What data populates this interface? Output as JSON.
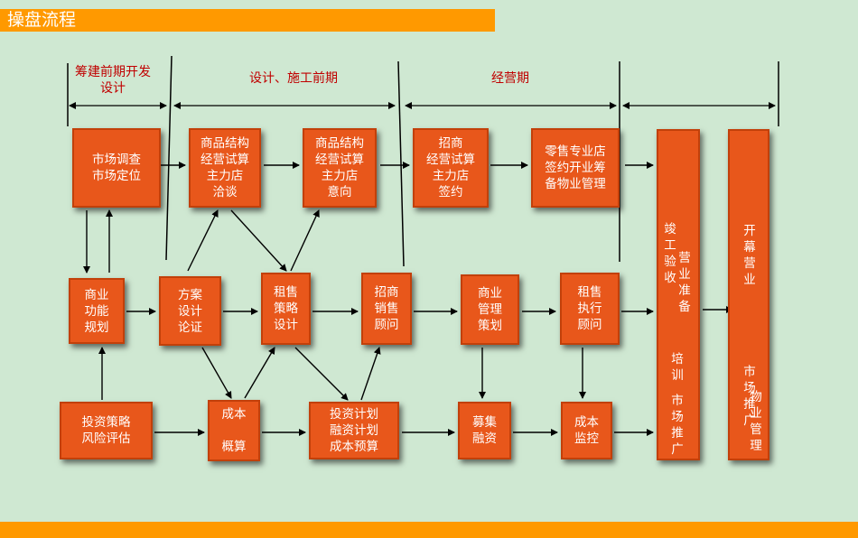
{
  "title": "操盘流程",
  "phases": {
    "p1_line1": "筹建前期开发",
    "p1_line2": "设计",
    "p2": "设计、施工前期",
    "p3": "经营期"
  },
  "boxes": {
    "market": "市场调查\n市场定位",
    "product1": "商品结构\n经营试算\n主力店\n洽谈",
    "product2": "商品结构\n经营试算\n主力店\n意向",
    "zhaoshang": "招商\n经营试算\n主力店\n签约",
    "retail": "零售专业店\n签约开业筹\n备物业管理",
    "function": "商业\n功能\n规划",
    "plan": "方案\n设计\n论证",
    "rent_strategy": "租售\n策略\n设计",
    "sales_consult": "招商\n销售\n顾问",
    "commercial_mgmt": "商业\n管理\n策划",
    "rent_exec": "租售\n执行\n顾问",
    "invest": "投资策略\n风险评估",
    "cost_estimate": "成本\n\n概算",
    "invest_plan": "投资计划\n融资计划\n成本预算",
    "fundraise": "募集\n融资",
    "cost_control": "成本\n监控"
  },
  "tall1": {
    "col1": "竣工验收",
    "col2": "营业准备",
    "col3": "培训",
    "col4": "市场推广"
  },
  "tall2": {
    "col1": "开幕营业",
    "col2": "市场推广",
    "col3": "物业管理"
  },
  "colors": {
    "accent": "#ff9900",
    "box": "#e8571b",
    "phase_text": "#c00000",
    "background": "#cfe8d2"
  }
}
